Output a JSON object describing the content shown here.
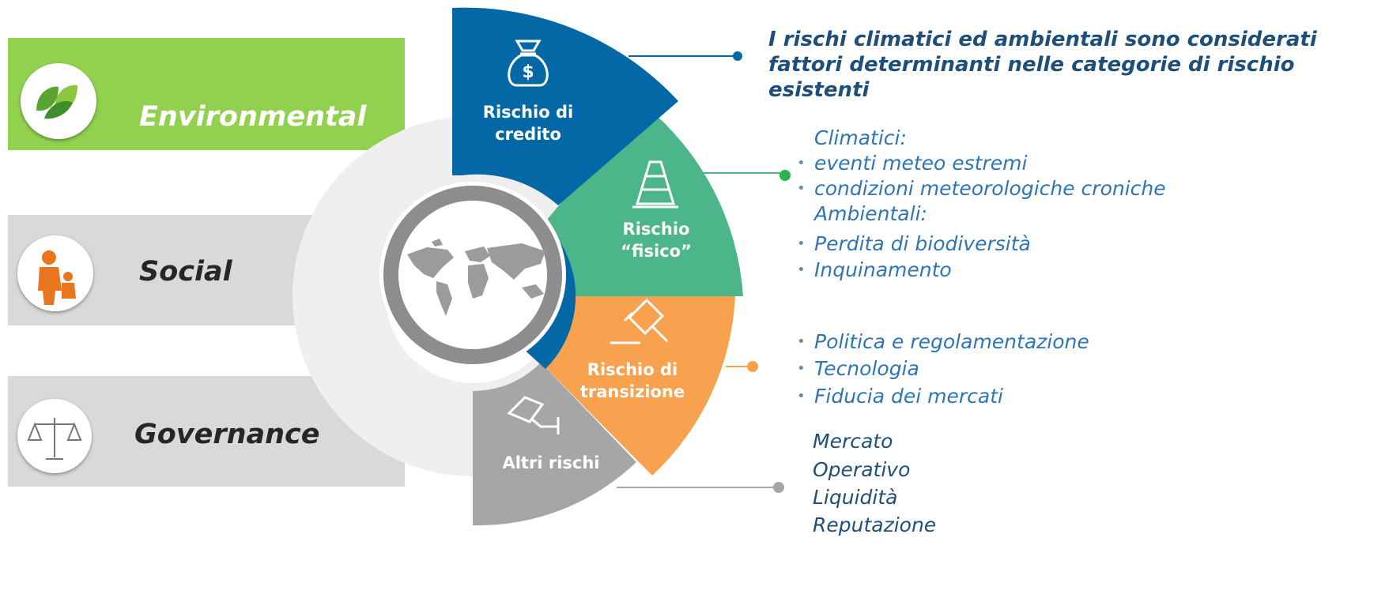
{
  "esg": {
    "environmental": "Environmental",
    "social": "Social",
    "governance": "Governance"
  },
  "segments": {
    "credito": [
      "Rischio di",
      "credito"
    ],
    "fisico": [
      "Rischio",
      "“fisico”"
    ],
    "transizione": [
      "Rischio di",
      "transizione"
    ],
    "altri": "Altri rischi"
  },
  "right": {
    "heading": "I rischi climatici ed ambientali sono considerati fattori determinanti nelle categorie di rischio esistenti",
    "climatici_label": "Climatici:",
    "climatici_items": [
      "eventi meteo estremi",
      "condizioni meteorologiche croniche"
    ],
    "ambientali_label": "Ambientali:",
    "ambientali_items": [
      "Perdita di biodiversità",
      "Inquinamento"
    ],
    "transizione_items": [
      "Politica e regolamentazione",
      "Tecnologia",
      "Fiducia dei mercati"
    ],
    "altri_items": [
      "Mercato",
      "Operativo",
      "Liquidità",
      "Reputazione"
    ]
  },
  "colors": {
    "credito": "#0568a6",
    "fisico": "#4cb58a",
    "transizione": "#f8a24f",
    "altri": "#a6a6a6",
    "environmental": "#92d050",
    "gray_band": "#d9d9d9"
  },
  "icons": [
    "leaf-icon",
    "family-icon",
    "scales-icon",
    "money-bag-icon",
    "road-cone-icon",
    "gavel-icon",
    "camera-icon",
    "world-map-icon"
  ]
}
